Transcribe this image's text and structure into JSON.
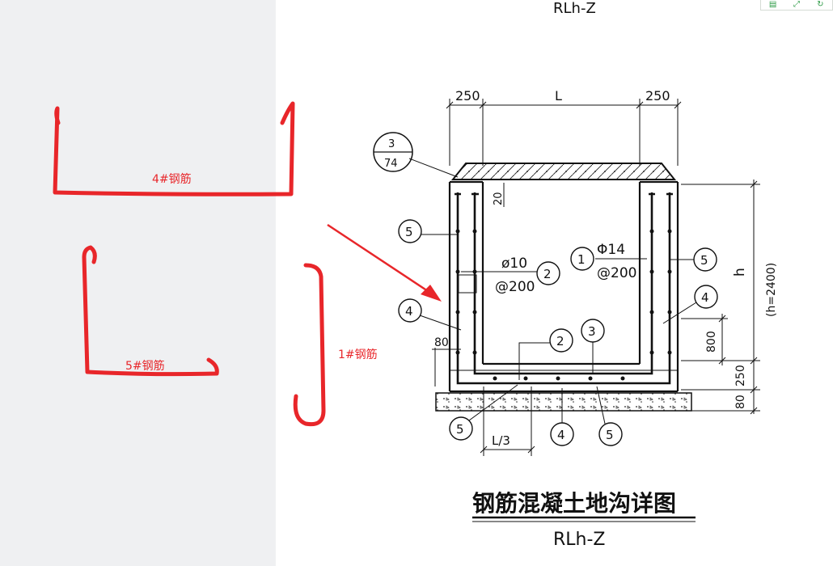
{
  "toolbar": {
    "icons": [
      "page-icon",
      "expand-icon",
      "rotate-icon"
    ]
  },
  "annotations": {
    "color": "#e8262a",
    "bar4_label": "4#钢筋",
    "bar5_label": "5#钢筋",
    "bar1_label": "1#钢筋"
  },
  "drawing": {
    "top_title_partial": "RLh-Z",
    "dim_left_wall": "250",
    "dim_span": "L",
    "dim_right_wall": "250",
    "detail_ref_top": "3",
    "detail_ref_bottom": "74",
    "dim_cover": "20",
    "bar_left_callout": "5",
    "bar_right_callout": "5",
    "bar2_diameter": "ø10",
    "bar2_callout": "2",
    "bar2_spacing": "@200",
    "bar1_callout": "1",
    "bar1_diameter": "Φ14",
    "bar1_spacing": "@200",
    "height_label": "h",
    "height_value": "(h=2400)",
    "bar4_left_callout": "4",
    "bar4_right_callout": "4",
    "dim_800": "800",
    "dim_80_left": "80",
    "bar2_bottom_callout": "2",
    "bar3_callout": "3",
    "dim_250_bottom": "250",
    "dim_80_bottom": "80",
    "bar5_bottom_left_callout": "5",
    "bar4_bottom_callout": "4",
    "bar5_bottom_right_callout": "5",
    "dim_third": "L/3",
    "title": "钢筋混凝土地沟详图",
    "subtitle": "RLh-Z"
  }
}
